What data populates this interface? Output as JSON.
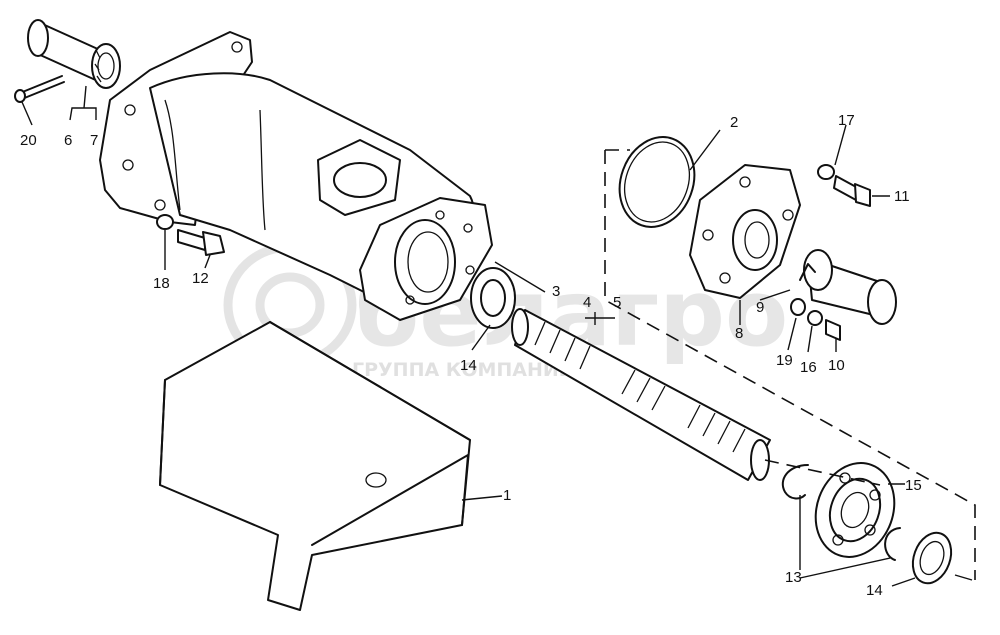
{
  "watermark": {
    "logo_text": "белагро",
    "tagline": "ГРУППА КОМПАНИЙ",
    "color": "#d9d9d9"
  },
  "callouts": {
    "c1": "1",
    "c2": "2",
    "c3": "3",
    "c4": "4",
    "c5": "5",
    "c6": "6",
    "c7": "7",
    "c8": "8",
    "c9": "9",
    "c10": "10",
    "c11": "11",
    "c12": "12",
    "c13": "13",
    "c14a": "14",
    "c14b": "14",
    "c15": "15",
    "c16": "16",
    "c17": "17",
    "c18": "18",
    "c19": "19",
    "c20": "20"
  }
}
